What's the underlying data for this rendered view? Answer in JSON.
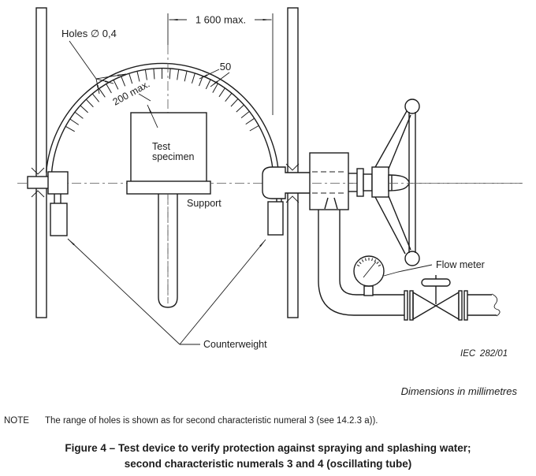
{
  "colors": {
    "ink": "#1c1c1c",
    "background": "#ffffff",
    "centerline": "#555555"
  },
  "diagram": {
    "labels": {
      "holes": "Holes ∅ 0,4",
      "dim_width": "1 600 max.",
      "dim_hole_spacing": "50",
      "dim_height": "200 max.",
      "specimen_line1": "Test",
      "specimen_line2": "specimen",
      "support": "Support",
      "counterweight": "Counterweight",
      "flow_meter": "Flow meter",
      "iec_ref": "IEC 282/01"
    }
  },
  "footer": {
    "dimensions_note": "Dimensions in millimetres",
    "note_label": "NOTE",
    "note_text": "The range of holes is shown as for second characteristic numeral 3 (see 14.2.3 a)).",
    "caption_line1": "Figure 4 – Test device to verify protection against spraying and splashing water;",
    "caption_line2": "second characteristic numerals 3 and 4 (oscillating tube)"
  }
}
